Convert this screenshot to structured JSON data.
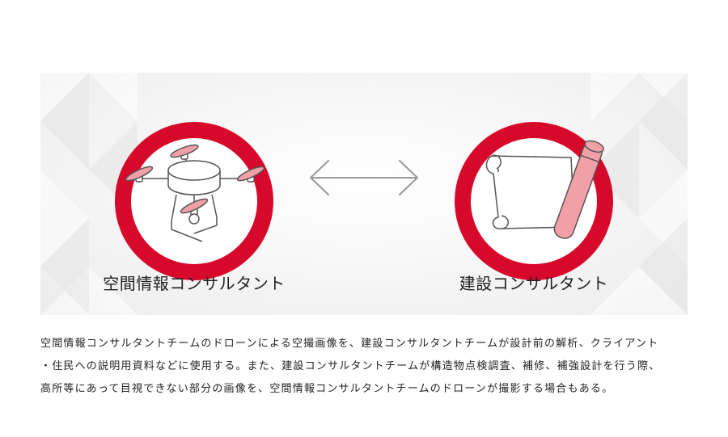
{
  "colors": {
    "accent_red": "#d7092b",
    "pink": "#f2a0a8",
    "gray_arrow": "#999999"
  },
  "left_item": {
    "label": "空間情報コンサルタント",
    "icon": "drone-icon"
  },
  "right_item": {
    "label": "建設コンサルタント",
    "icon": "blueprint-scroll-icon"
  },
  "connector": {
    "icon": "bidirectional-arrow-icon"
  },
  "description": {
    "line1": "空間情報コンサルタントチームのドローンによる空撮画像を、建設コンサルタントチームが設計前の解析、クライアント",
    "line2": "・住民への説明用資料などに使用する。また、建設コンサルタントチームが構造物点検調査、補修、補強設計を行う際、",
    "line3": "高所等にあって目視できない部分の画像を、空間情報コンサルタントチームのドローンが撮影する場合もある。"
  }
}
